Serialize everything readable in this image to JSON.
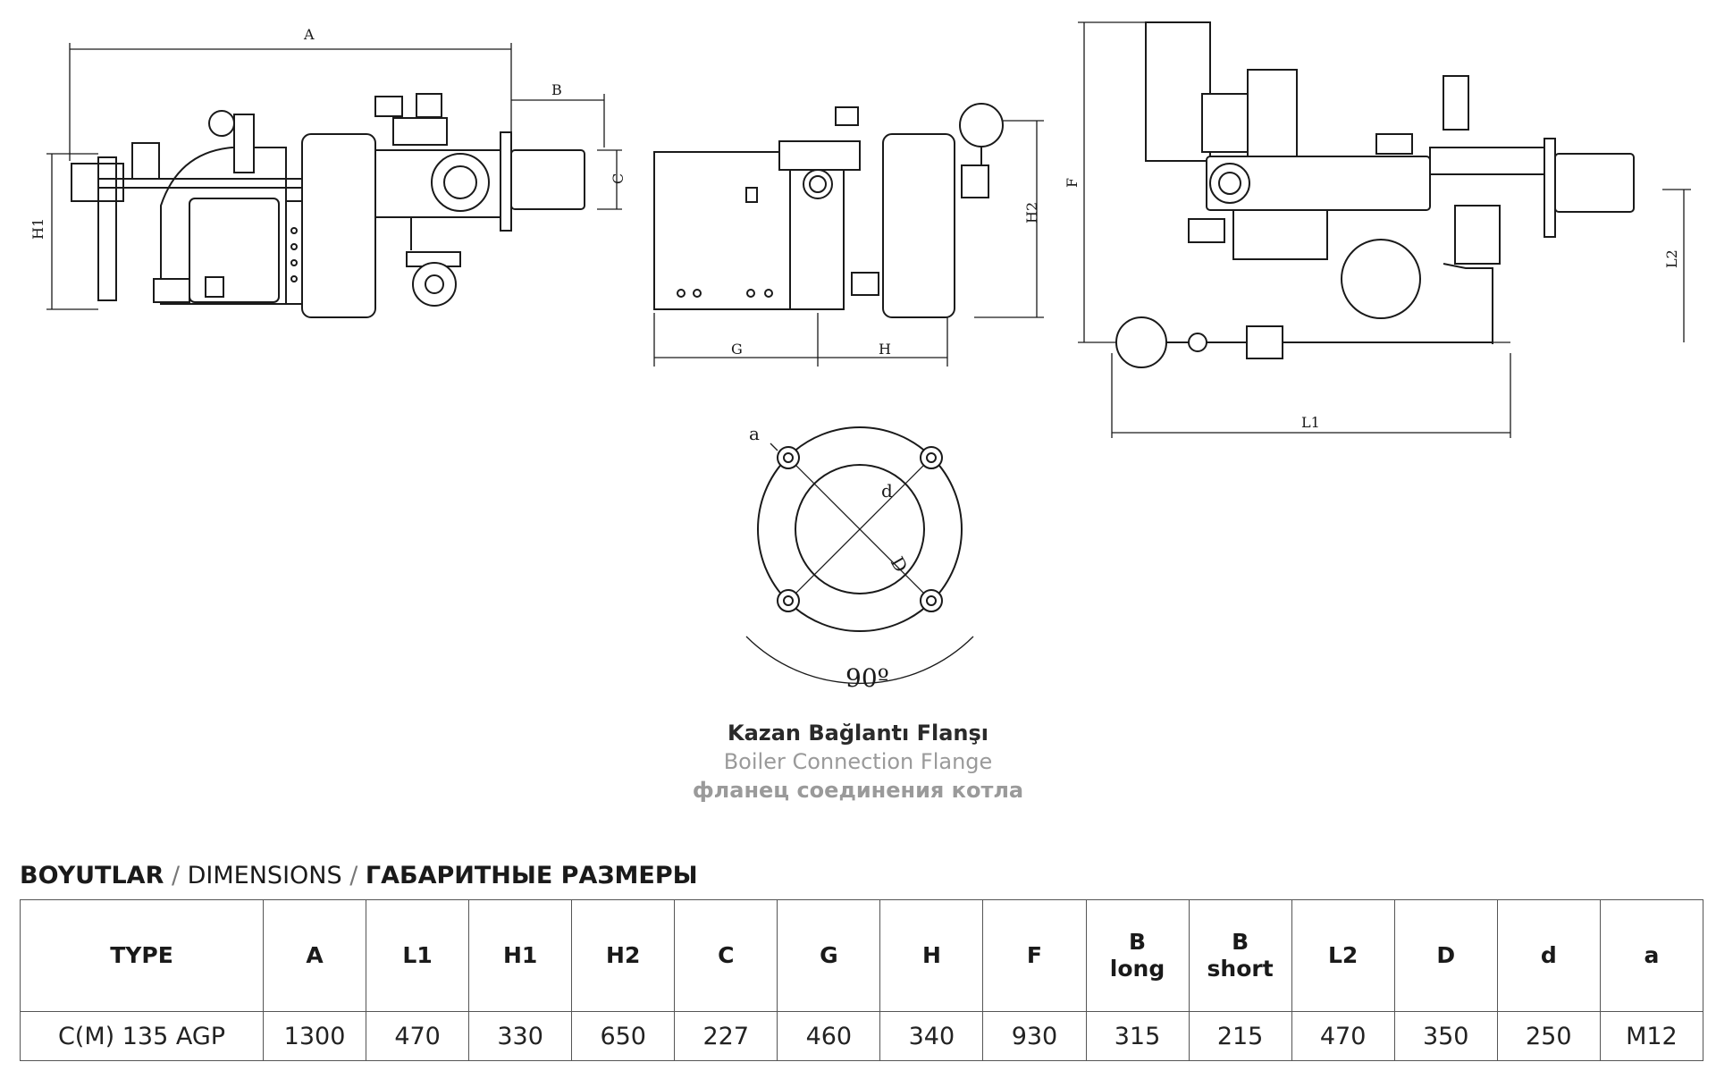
{
  "drawing_labels": {
    "A": "A",
    "B": "B",
    "C": "C",
    "H1": "H1",
    "H2": "H2",
    "G": "G",
    "H": "H",
    "F": "F",
    "L1": "L1",
    "L2": "L2"
  },
  "flange": {
    "label_a": "a",
    "label_d": "d",
    "label_D": "D",
    "angle": "90º"
  },
  "captions": {
    "tr": "Kazan Bağlantı Flanşı",
    "en": "Boiler Connection Flange",
    "ru": "фланец соединения котла"
  },
  "section": {
    "tr": "BOYUTLAR",
    "sep1": " / ",
    "en": "DIMENSIONS",
    "sep2": " / ",
    "ru": "ГАБАРИТНЫЕ РАЗМЕРЫ"
  },
  "table": {
    "headers": [
      {
        "line1": "TYPE",
        "line2": ""
      },
      {
        "line1": "A",
        "line2": ""
      },
      {
        "line1": "L1",
        "line2": ""
      },
      {
        "line1": "H1",
        "line2": ""
      },
      {
        "line1": "H2",
        "line2": ""
      },
      {
        "line1": "C",
        "line2": ""
      },
      {
        "line1": "G",
        "line2": ""
      },
      {
        "line1": "H",
        "line2": ""
      },
      {
        "line1": "F",
        "line2": ""
      },
      {
        "line1": "B",
        "line2": "long"
      },
      {
        "line1": "B",
        "line2": "short"
      },
      {
        "line1": "L2",
        "line2": ""
      },
      {
        "line1": "D",
        "line2": ""
      },
      {
        "line1": "d",
        "line2": ""
      },
      {
        "line1": "a",
        "line2": ""
      }
    ],
    "row": [
      "C(M) 135 AGP",
      "1300",
      "470",
      "330",
      "650",
      "227",
      "460",
      "340",
      "930",
      "315",
      "215",
      "470",
      "350",
      "250",
      "M12"
    ]
  }
}
